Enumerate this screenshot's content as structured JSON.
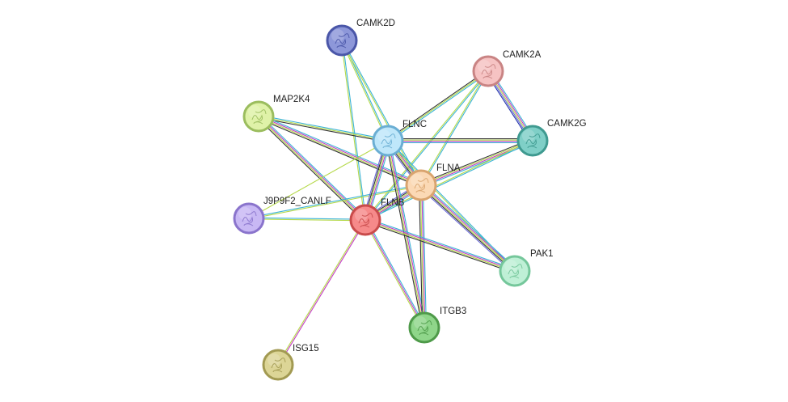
{
  "nodes": [
    {
      "id": "CAMK2D",
      "label": "CAMK2D",
      "fill": "#8d97d9",
      "stroke": "#4a56a8"
    },
    {
      "id": "CAMK2A",
      "label": "CAMK2A",
      "fill": "#f6c3c3",
      "stroke": "#c98484"
    },
    {
      "id": "MAP2K4",
      "label": "MAP2K4",
      "fill": "#dff2a8",
      "stroke": "#9bbd5e"
    },
    {
      "id": "FLNC",
      "label": "FLNC",
      "fill": "#bfe7fa",
      "stroke": "#6aaed3"
    },
    {
      "id": "CAMK2G",
      "label": "CAMK2G",
      "fill": "#7fcfc7",
      "stroke": "#3f9a90"
    },
    {
      "id": "FLNA",
      "label": "FLNA",
      "fill": "#fbd9b5",
      "stroke": "#d9a46e"
    },
    {
      "id": "J9P9F2_CANLF",
      "label": "J9P9F2_CANLF",
      "fill": "#c8b8f4",
      "stroke": "#8a74cc"
    },
    {
      "id": "FLNB",
      "label": "FLNB",
      "fill": "#f68a8a",
      "stroke": "#c94b4b"
    },
    {
      "id": "PAK1",
      "label": "PAK1",
      "fill": "#bff0d6",
      "stroke": "#75c79b"
    },
    {
      "id": "ITGB3",
      "label": "ITGB3",
      "fill": "#8fd68a",
      "stroke": "#4e9a49"
    },
    {
      "id": "ISG15",
      "label": "ISG15",
      "fill": "#dcd596",
      "stroke": "#a29a52"
    }
  ],
  "edge_colors": {
    "database": "#3bb3d6",
    "experiments": "#c43ec4",
    "textmining": "#b5d94a",
    "coexpression": "#333333",
    "homology": "#6a6ad8",
    "cooccurrence": "#2233aa"
  },
  "edges": [
    {
      "from": "CAMK2D",
      "to": "FLNC",
      "types": [
        "database",
        "textmining"
      ]
    },
    {
      "from": "CAMK2D",
      "to": "FLNA",
      "types": [
        "database",
        "textmining"
      ]
    },
    {
      "from": "CAMK2D",
      "to": "FLNB",
      "types": [
        "database",
        "textmining"
      ]
    },
    {
      "from": "CAMK2A",
      "to": "FLNC",
      "types": [
        "database",
        "textmining",
        "coexpression"
      ]
    },
    {
      "from": "CAMK2A",
      "to": "FLNA",
      "types": [
        "database",
        "textmining"
      ]
    },
    {
      "from": "CAMK2A",
      "to": "FLNB",
      "types": [
        "database",
        "textmining"
      ]
    },
    {
      "from": "CAMK2A",
      "to": "CAMK2G",
      "types": [
        "database",
        "experiments",
        "textmining",
        "homology",
        "cooccurrence"
      ]
    },
    {
      "from": "CAMK2G",
      "to": "FLNC",
      "types": [
        "database",
        "experiments",
        "textmining",
        "coexpression"
      ]
    },
    {
      "from": "CAMK2G",
      "to": "FLNA",
      "types": [
        "database",
        "experiments",
        "textmining",
        "coexpression"
      ]
    },
    {
      "from": "CAMK2G",
      "to": "FLNB",
      "types": [
        "database",
        "textmining"
      ]
    },
    {
      "from": "MAP2K4",
      "to": "FLNC",
      "types": [
        "database",
        "textmining",
        "coexpression"
      ]
    },
    {
      "from": "MAP2K4",
      "to": "FLNA",
      "types": [
        "database",
        "experiments",
        "textmining",
        "coexpression"
      ]
    },
    {
      "from": "MAP2K4",
      "to": "FLNB",
      "types": [
        "database",
        "experiments",
        "textmining",
        "coexpression"
      ]
    },
    {
      "from": "J9P9F2_CANLF",
      "to": "FLNC",
      "types": [
        "textmining"
      ]
    },
    {
      "from": "J9P9F2_CANLF",
      "to": "FLNA",
      "types": [
        "database",
        "textmining"
      ]
    },
    {
      "from": "J9P9F2_CANLF",
      "to": "FLNB",
      "types": [
        "database",
        "textmining"
      ]
    },
    {
      "from": "FLNC",
      "to": "FLNA",
      "types": [
        "database",
        "experiments",
        "textmining",
        "coexpression",
        "homology"
      ]
    },
    {
      "from": "FLNC",
      "to": "FLNB",
      "types": [
        "database",
        "experiments",
        "textmining",
        "coexpression",
        "homology"
      ]
    },
    {
      "from": "FLNA",
      "to": "FLNB",
      "types": [
        "database",
        "experiments",
        "textmining",
        "coexpression",
        "homology"
      ]
    },
    {
      "from": "FLNC",
      "to": "ITGB3",
      "types": [
        "database",
        "experiments",
        "textmining",
        "coexpression"
      ]
    },
    {
      "from": "FLNA",
      "to": "ITGB3",
      "types": [
        "database",
        "experiments",
        "textmining",
        "coexpression"
      ]
    },
    {
      "from": "FLNB",
      "to": "ITGB3",
      "types": [
        "database",
        "experiments",
        "textmining"
      ]
    },
    {
      "from": "FLNC",
      "to": "PAK1",
      "types": [
        "database",
        "textmining"
      ]
    },
    {
      "from": "FLNA",
      "to": "PAK1",
      "types": [
        "database",
        "experiments",
        "textmining",
        "coexpression",
        "homology"
      ]
    },
    {
      "from": "FLNB",
      "to": "PAK1",
      "types": [
        "database",
        "experiments",
        "textmining",
        "coexpression"
      ]
    },
    {
      "from": "FLNB",
      "to": "ISG15",
      "types": [
        "experiments",
        "textmining"
      ]
    }
  ]
}
